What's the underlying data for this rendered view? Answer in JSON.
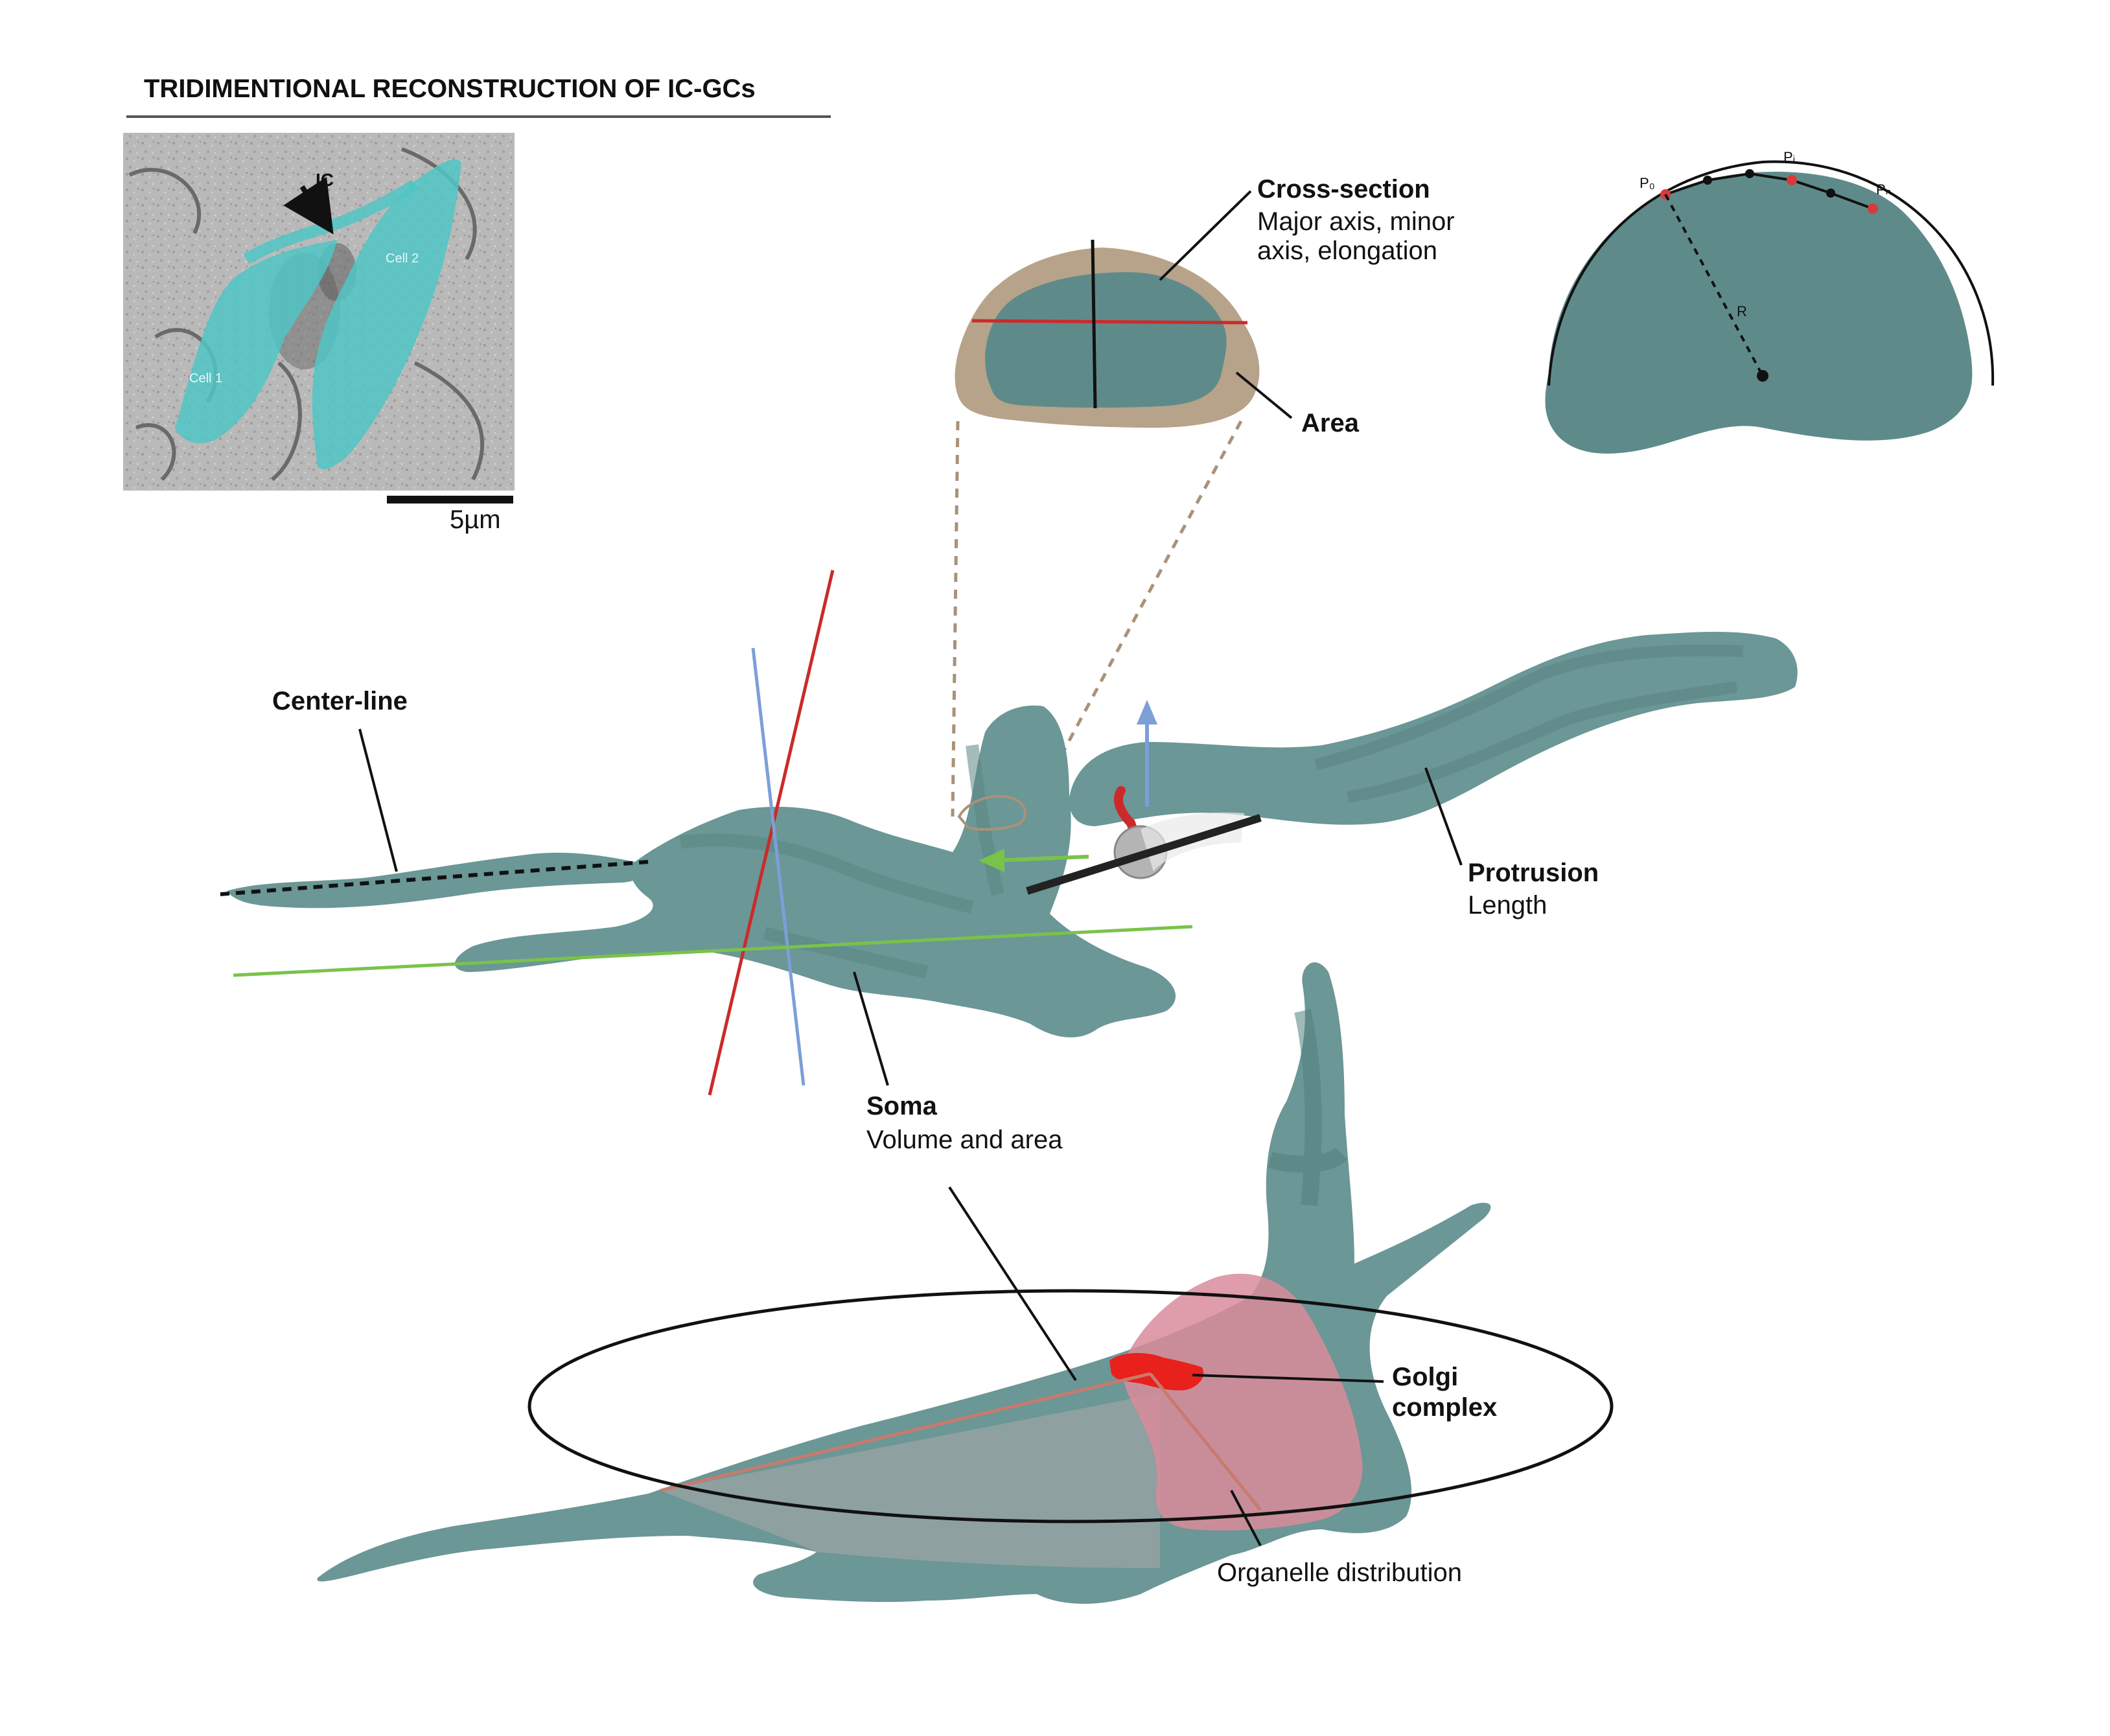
{
  "title": "TRIDIMENTIONAL RECONSTRUCTION OF IC-GCs",
  "micrograph": {
    "arrow_label": "IC",
    "cell1_label": "Cell 1",
    "cell2_label": "Cell 2",
    "scale_bar_label": "5µm"
  },
  "cross_section": {
    "title": "Cross-section",
    "line1": "Major axis, minor",
    "line2": "axis, elongation",
    "area_label": "Area"
  },
  "curvature": {
    "p0_label": "P₀",
    "pi_label": "Pᵢ",
    "pn_label": "Pₙ",
    "radius_label": "R"
  },
  "centerline_label": "Center-line",
  "protrusion": {
    "title": "Protrusion",
    "subtitle": "Length"
  },
  "soma": {
    "title": "Soma",
    "subtitle": "Volume and area"
  },
  "golgi": {
    "line1": "Golgi",
    "line2": "complex"
  },
  "organelle_label": "Organelle distribution",
  "colors": {
    "cell_fill": "#5e8b8a",
    "cell_light": "#7aa3a2",
    "micrograph_cyan": "#4fc6c4",
    "membrane_tan": "#b7a38a",
    "axis_red": "#cc2a2a",
    "axis_blue": "#7d9fd8",
    "axis_green": "#79c34a",
    "golgi_red": "#e8211c",
    "pink_region": "#d98b9b"
  }
}
